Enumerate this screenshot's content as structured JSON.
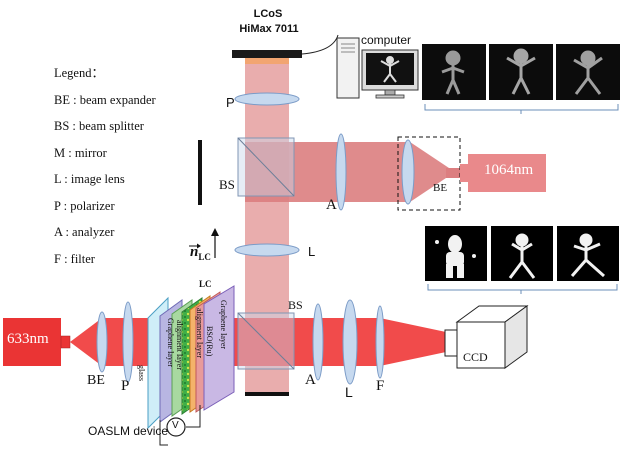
{
  "legend": {
    "title": "Legend：",
    "items": [
      "BE : beam expander",
      "BS : beam splitter",
      "M : mirror",
      "L : image lens",
      "P : polarizer",
      "A : analyzer",
      "F : filter"
    ]
  },
  "lcos": {
    "line1": "LCoS",
    "line2": "HiMax 7011"
  },
  "computer": {
    "label": "computer"
  },
  "lasers": {
    "ir": "1064nm",
    "red": "633nm"
  },
  "detector": {
    "label": "CCD"
  },
  "components": {
    "be_top": "BE",
    "be_bottom": "BE",
    "bs_top": "BS",
    "bs_bottom": "BS",
    "p_top": "P",
    "p_bottom": "P",
    "a_top": "A",
    "a_bottom": "A",
    "l_mid": "L",
    "l_bottom": "L",
    "f_bottom": "F"
  },
  "oaslm": {
    "device": "OASLM device",
    "voltage": "V",
    "director_main": "n",
    "director_sub": "LC",
    "lc_tag": "LC",
    "layers": [
      "glass",
      "Graphene layer",
      "alignment layer",
      "alignment layer",
      "BSO(Ru)",
      "Graphene layer"
    ]
  },
  "colors": {
    "beam_vertical": "#e8a9a9",
    "beam_top": "#dc7e80",
    "beam_bottom": "#f14b4b",
    "laser_ir": "#e9898b",
    "laser_red": "#ea3434",
    "lens": "#c6d9ef",
    "lcos_window": "#f2a571"
  },
  "icons": [
    "computer-monitor-icon",
    "tower-case-icon",
    "ccd-camera-icon",
    "voltage-source-icon"
  ]
}
